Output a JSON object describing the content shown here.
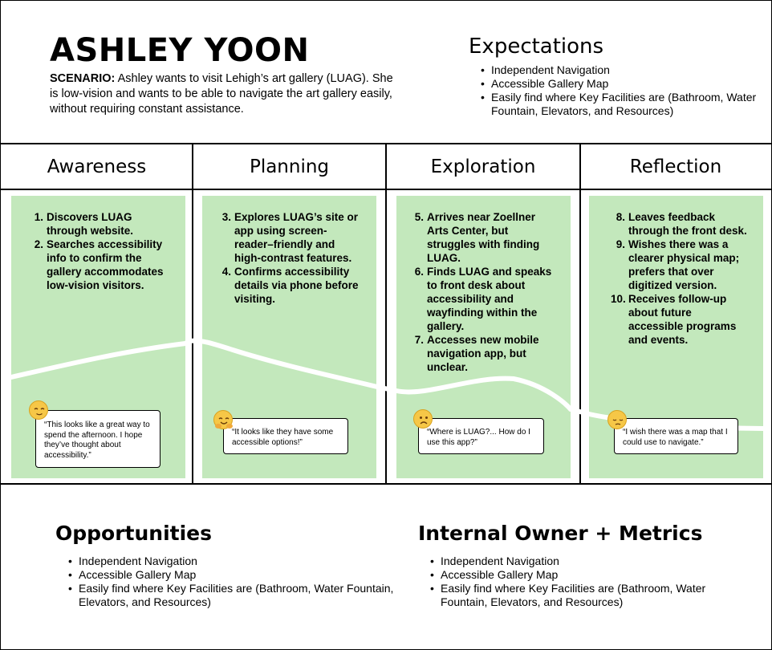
{
  "persona": {
    "name": "ASHLEY YOON",
    "scenario_label": "SCENARIO:",
    "scenario_text": " Ashley wants to visit Lehigh’s art gallery (LUAG). She is low-vision and wants to be able to navigate the art gallery easily, without requiring constant assistance."
  },
  "expectations": {
    "title": "Expectations",
    "items": [
      "Independent Navigation",
      "Accessible Gallery Map",
      "Easily find where Key Facilities are (Bathroom, Water Fountain, Elevators, and Resources)"
    ]
  },
  "stages": [
    {
      "name": "Awareness",
      "steps": [
        {
          "num": "1.",
          "text": "Discovers LUAG through website."
        },
        {
          "num": "2.",
          "text": "Searches accessibility info to confirm the gallery accommodates low-vision visitors."
        }
      ],
      "emotion_icon": "relieved-face-icon",
      "quote": "“This looks like a great way to spend the afternoon. I hope they’ve thought about accessibility.”"
    },
    {
      "name": "Planning",
      "steps": [
        {
          "num": "3.",
          "text": "Explores LUAG’s site or app using screen-reader–friendly and high-contrast features."
        },
        {
          "num": "4.",
          "text": "Confirms accessibility details via phone before visiting."
        }
      ],
      "emotion_icon": "hugging-face-icon",
      "quote": "“It looks like they have some accessible options!”"
    },
    {
      "name": "Exploration",
      "steps": [
        {
          "num": "5.",
          "text": "Arrives near Zoellner Arts Center, but struggles with finding LUAG."
        },
        {
          "num": "6.",
          "text": "Finds LUAG and speaks to front desk about accessibility and wayfinding within the gallery."
        },
        {
          "num": "7.",
          "text": "Accesses new mobile navigation app, but unclear."
        }
      ],
      "emotion_icon": "frowning-face-icon",
      "quote": "“Where is LUAG?... How do I use this app?”"
    },
    {
      "name": "Reflection",
      "steps": [
        {
          "num": "8.",
          "text": "Leaves feedback through the front desk."
        },
        {
          "num": "9.",
          "text": "Wishes there was a clearer physical map; prefers that over digitized version."
        },
        {
          "num": "10.",
          "text": "Receives follow-up about future accessible programs and events."
        }
      ],
      "emotion_icon": "pensive-face-icon",
      "quote": "“I wish there was a map that I could use to navigate.”"
    }
  ],
  "opportunities": {
    "title": "Opportunities",
    "items": [
      "Independent Navigation",
      "Accessible Gallery Map",
      "Easily find where Key Facilities are (Bathroom, Water Fountain, Elevators, and Resources)"
    ]
  },
  "owner_metrics": {
    "title": "Internal Owner + Metrics",
    "items": [
      "Independent Navigation",
      "Accessible Gallery Map",
      "Easily find where Key Facilities are (Bathroom, Water Fountain, Elevators, and Resources)"
    ]
  },
  "colors": {
    "stage_fill": "#c3e8bc",
    "emoji_yellow": "#f6c747",
    "border": "#000000"
  }
}
